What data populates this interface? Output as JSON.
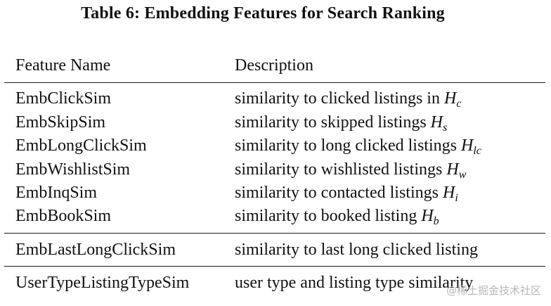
{
  "title": "Table 6: Embedding Features for Search Ranking",
  "header": {
    "feature_name": "Feature Name",
    "description": "Description"
  },
  "rows": [
    {
      "feature": "EmbClickSim",
      "desc": "similarity to clicked listings in",
      "sym": "H",
      "sub": "c"
    },
    {
      "feature": "EmbSkipSim",
      "desc": "similarity to skipped listings",
      "sym": "H",
      "sub": "s"
    },
    {
      "feature": "EmbLongClickSim",
      "desc": "similarity to long clicked listings",
      "sym": "H",
      "sub": "lc"
    },
    {
      "feature": "EmbWishlistSim",
      "desc": "similarity to wishlisted listings",
      "sym": "H",
      "sub": "w"
    },
    {
      "feature": "EmbInqSim",
      "desc": "similarity to contacted listings",
      "sym": "H",
      "sub": "i"
    },
    {
      "feature": "EmbBookSim",
      "desc": "similarity to booked listing",
      "sym": "H",
      "sub": "b"
    },
    {
      "feature": "EmbLastLongClickSim",
      "desc": "similarity to last long clicked listing"
    },
    {
      "feature": "UserTypeListingTypeSim",
      "desc": "user type and listing type similarity"
    }
  ],
  "watermark": "@稀土掘金技术社区"
}
